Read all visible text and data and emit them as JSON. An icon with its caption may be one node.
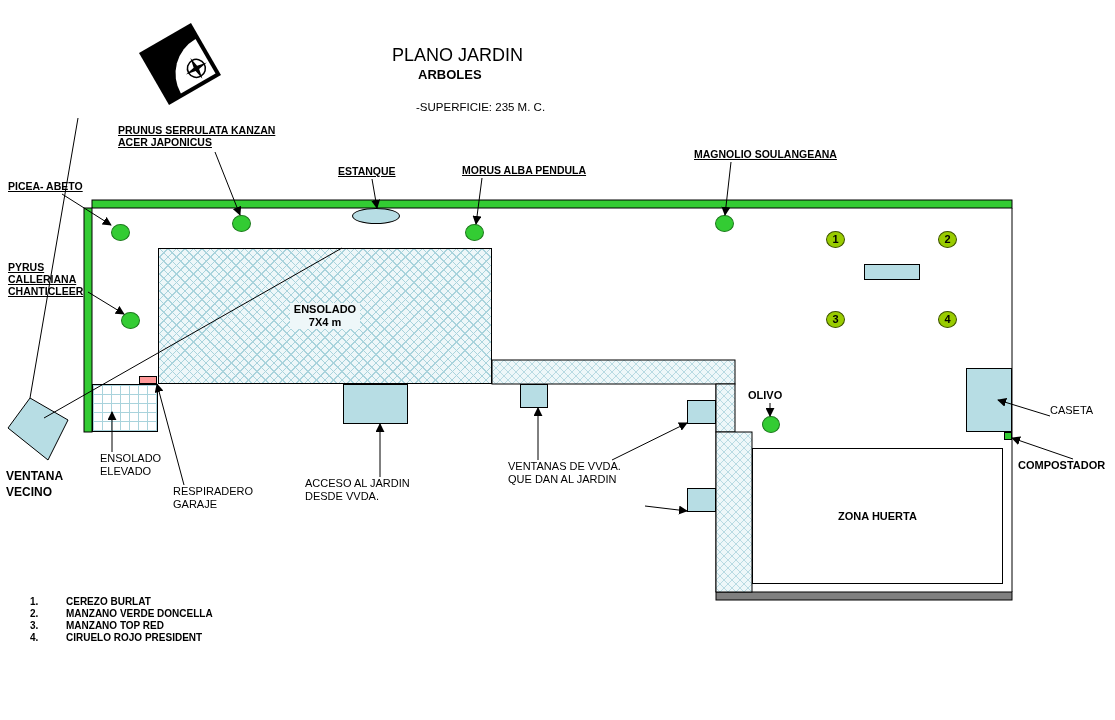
{
  "diagram": {
    "title": "PLANO JARDIN",
    "nodes": [
      {
        "text": [
          "PRUNUS SERRULATA KANZAN ACER JAPONICUS"
        ]
      },
      {
        "text": [
          "ESTANQUE"
        ]
      },
      {
        "text": [
          "MORUS ALBA PENDULA"
        ]
      },
      {
        "text": [
          "MAGNOLIO SOULANGEANA"
        ]
      },
      {
        "text": [
          "PICEA- ABETO"
        ]
      },
      {
        "text": [],
        "shape": "ellipse"
      },
      {
        "text": [],
        "shape": "circle"
      },
      {
        "text": [],
        "shape": "circle"
      },
      {
        "text": [],
        "shape": "circle"
      },
      {
        "text": [],
        "shape": "circle"
      },
      {
        "text": [
          "1"
        ]
      },
      {
        "text": [
          "2"
        ]
      },
      {
        "text": [],
        "shape": "box"
      },
      {
        "text": [
          "PYRUS CALLERIANA CHANTICLEER"
        ]
      },
      {
        "text": [
          "ENSOLADO 7X4 m"
        ]
      },
      {
        "text": [
          "3"
        ]
      },
      {
        "text": [
          "4"
        ]
      },
      {
        "text": [],
        "shape": "circle"
      },
      {
        "text": [],
        "shape": "box"
      },
      {
        "text": [],
        "shape": "box"
      },
      {
        "text": [],
        "shape": "box"
      },
      {
        "text": [],
        "shape": "box"
      },
      {
        "text": [
          "OLIVO"
        ]
      },
      {
        "text": [],
        "shape": "box"
      },
      {
        "text": [
          "CASETA"
        ]
      },
      {
        "text": [],
        "shape": "box"
      },
      {
        "text": [],
        "shape": "circle"
      },
      {
        "text": [],
        "shape": "box"
      },
      {
        "text": [
          "VENTANA VECINO"
        ]
      },
      {
        "text": [
          "ENSOLADO ELEVADO"
        ]
      },
      {
        "text": [
          "VENTANAS DE VVDA. QUE DAN AL JARDIN"
        ]
      },
      {
        "text": [
          "COMPOSTADOR"
        ]
      },
      {
        "text": [
          "RESPIRADERO GARAJE"
        ]
      },
      {
        "text": [
          "ACCESO AL JARDIN DESDE VVDA."
        ]
      },
      {
        "text": [],
        "shape": "box"
      },
      {
        "text": [
          "ZONA HUERTA"
        ]
      }
    ],
    "edges": [
      {
        "from": 0,
        "to": 6,
        "arrow": "to"
      },
      {
        "from": 1,
        "to": 5,
        "arrow": "to"
      },
      {
        "from": 2,
        "to": 8,
        "arrow": "to"
      },
      {
        "from": 3,
        "to": 9,
        "arrow": "to"
      },
      {
        "from": 4,
        "to": 7,
        "arrow": "to"
      },
      {
        "from": 13,
        "to": 17,
        "arrow": "to"
      },
      {
        "from": 22,
        "to": 26,
        "arrow": "to"
      },
      {
        "from": 24,
        "to": 23,
        "arrow": "to"
      },
      {
        "from": 31,
        "to": 27,
        "arrow": "to"
      },
      {
        "from": 29,
        "to": 19,
        "arrow": "to"
      },
      {
        "from": 32,
        "to": 18,
        "arrow": "to"
      },
      {
        "from": 33,
        "to": 20,
        "arrow": "to"
      },
      {
        "from": 30,
        "to": 21,
        "arrow": "to"
      },
      {
        "from": 30,
        "to": 25,
        "arrow": "to"
      },
      {
        "from": null,
        "to": 34,
        "arrow": "to"
      },
      {
        "from": null,
        "to": 28,
        "arrow": "none"
      },
      {
        "from": 28,
        "to": 14,
        "arrow": "none"
      }
    ],
    "labels": [
      "ARBOLES",
      "-SUPERFICIE: 235 M. C.",
      "1.",
      "CEREZO BURLAT",
      "2.",
      "MANZANO VERDE DONCELLA",
      "3.",
      "MANZANO TOP RED",
      "4.",
      "CIRUELO ROJO PRESIDENT"
    ]
  }
}
